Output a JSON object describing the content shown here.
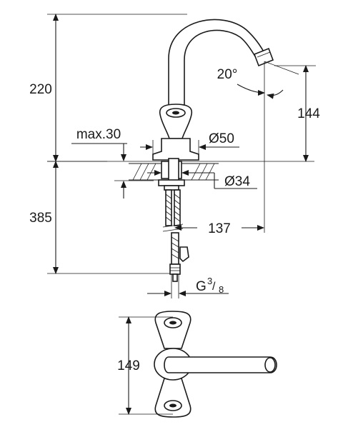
{
  "drawing": {
    "dimensions": {
      "height_total": "220",
      "spout_height": "144",
      "angle": "20°",
      "max_thickness": "max.30",
      "base_diameter": "Ø50",
      "hole_diameter": "Ø34",
      "below_counter": "385",
      "reach": "137",
      "thread_prefix": "G",
      "thread_num": "3",
      "thread_den": "8",
      "top_view_depth": "149"
    }
  }
}
